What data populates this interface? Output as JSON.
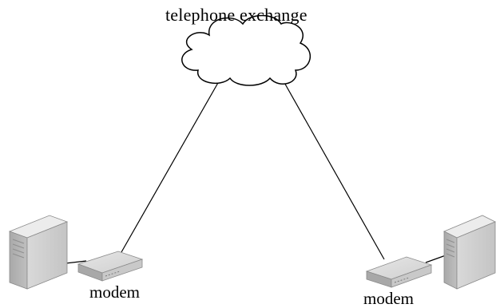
{
  "diagram": {
    "cloud_label": "telephone exchange",
    "left_modem_label": "modem",
    "right_modem_label": "modem"
  },
  "nodes": [
    {
      "id": "exchange",
      "kind": "cloud",
      "label": "telephone exchange"
    },
    {
      "id": "server-left",
      "kind": "server"
    },
    {
      "id": "modem-left",
      "kind": "modem",
      "label": "modem"
    },
    {
      "id": "server-right",
      "kind": "server"
    },
    {
      "id": "modem-right",
      "kind": "modem",
      "label": "modem"
    }
  ],
  "edges": [
    {
      "from": "server-left",
      "to": "modem-left"
    },
    {
      "from": "modem-left",
      "to": "exchange"
    },
    {
      "from": "exchange",
      "to": "modem-right"
    },
    {
      "from": "modem-right",
      "to": "server-right"
    }
  ]
}
